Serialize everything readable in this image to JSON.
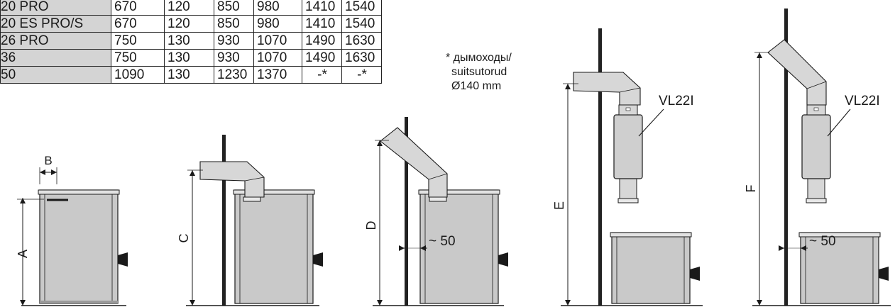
{
  "table": {
    "rows": [
      {
        "model": "20 PRO",
        "values": [
          "670",
          "120",
          "850",
          "980",
          "1410",
          "1540"
        ]
      },
      {
        "model": "20 ES PRO/S",
        "values": [
          "670",
          "120",
          "850",
          "980",
          "1410",
          "1540"
        ]
      },
      {
        "model": "26 PRO",
        "values": [
          "750",
          "130",
          "930",
          "1070",
          "1490",
          "1630"
        ]
      },
      {
        "model": "36",
        "values": [
          "750",
          "130",
          "930",
          "1070",
          "1490",
          "1630"
        ]
      },
      {
        "model": "50",
        "values": [
          "1090",
          "130",
          "1230",
          "1370",
          "-*",
          "-*"
        ]
      }
    ]
  },
  "note": {
    "line1": "* дымоходы/",
    "line2": "suitsutorud",
    "line3": "Ø140 mm"
  },
  "labels": {
    "a": "A",
    "b": "B",
    "c": "C",
    "d": "D",
    "e": "E",
    "f": "F",
    "clearance_1": "~ 50",
    "clearance_2": "~ 50",
    "model_1": "VL22I",
    "model_2": "VL22I"
  },
  "colors": {
    "stove_body": "#c9c9c9",
    "stove_edge": "#e2e2e2",
    "pipe": "#d7d7d7",
    "table_header": "#d4d4d4",
    "line": "#1a1a1a"
  }
}
